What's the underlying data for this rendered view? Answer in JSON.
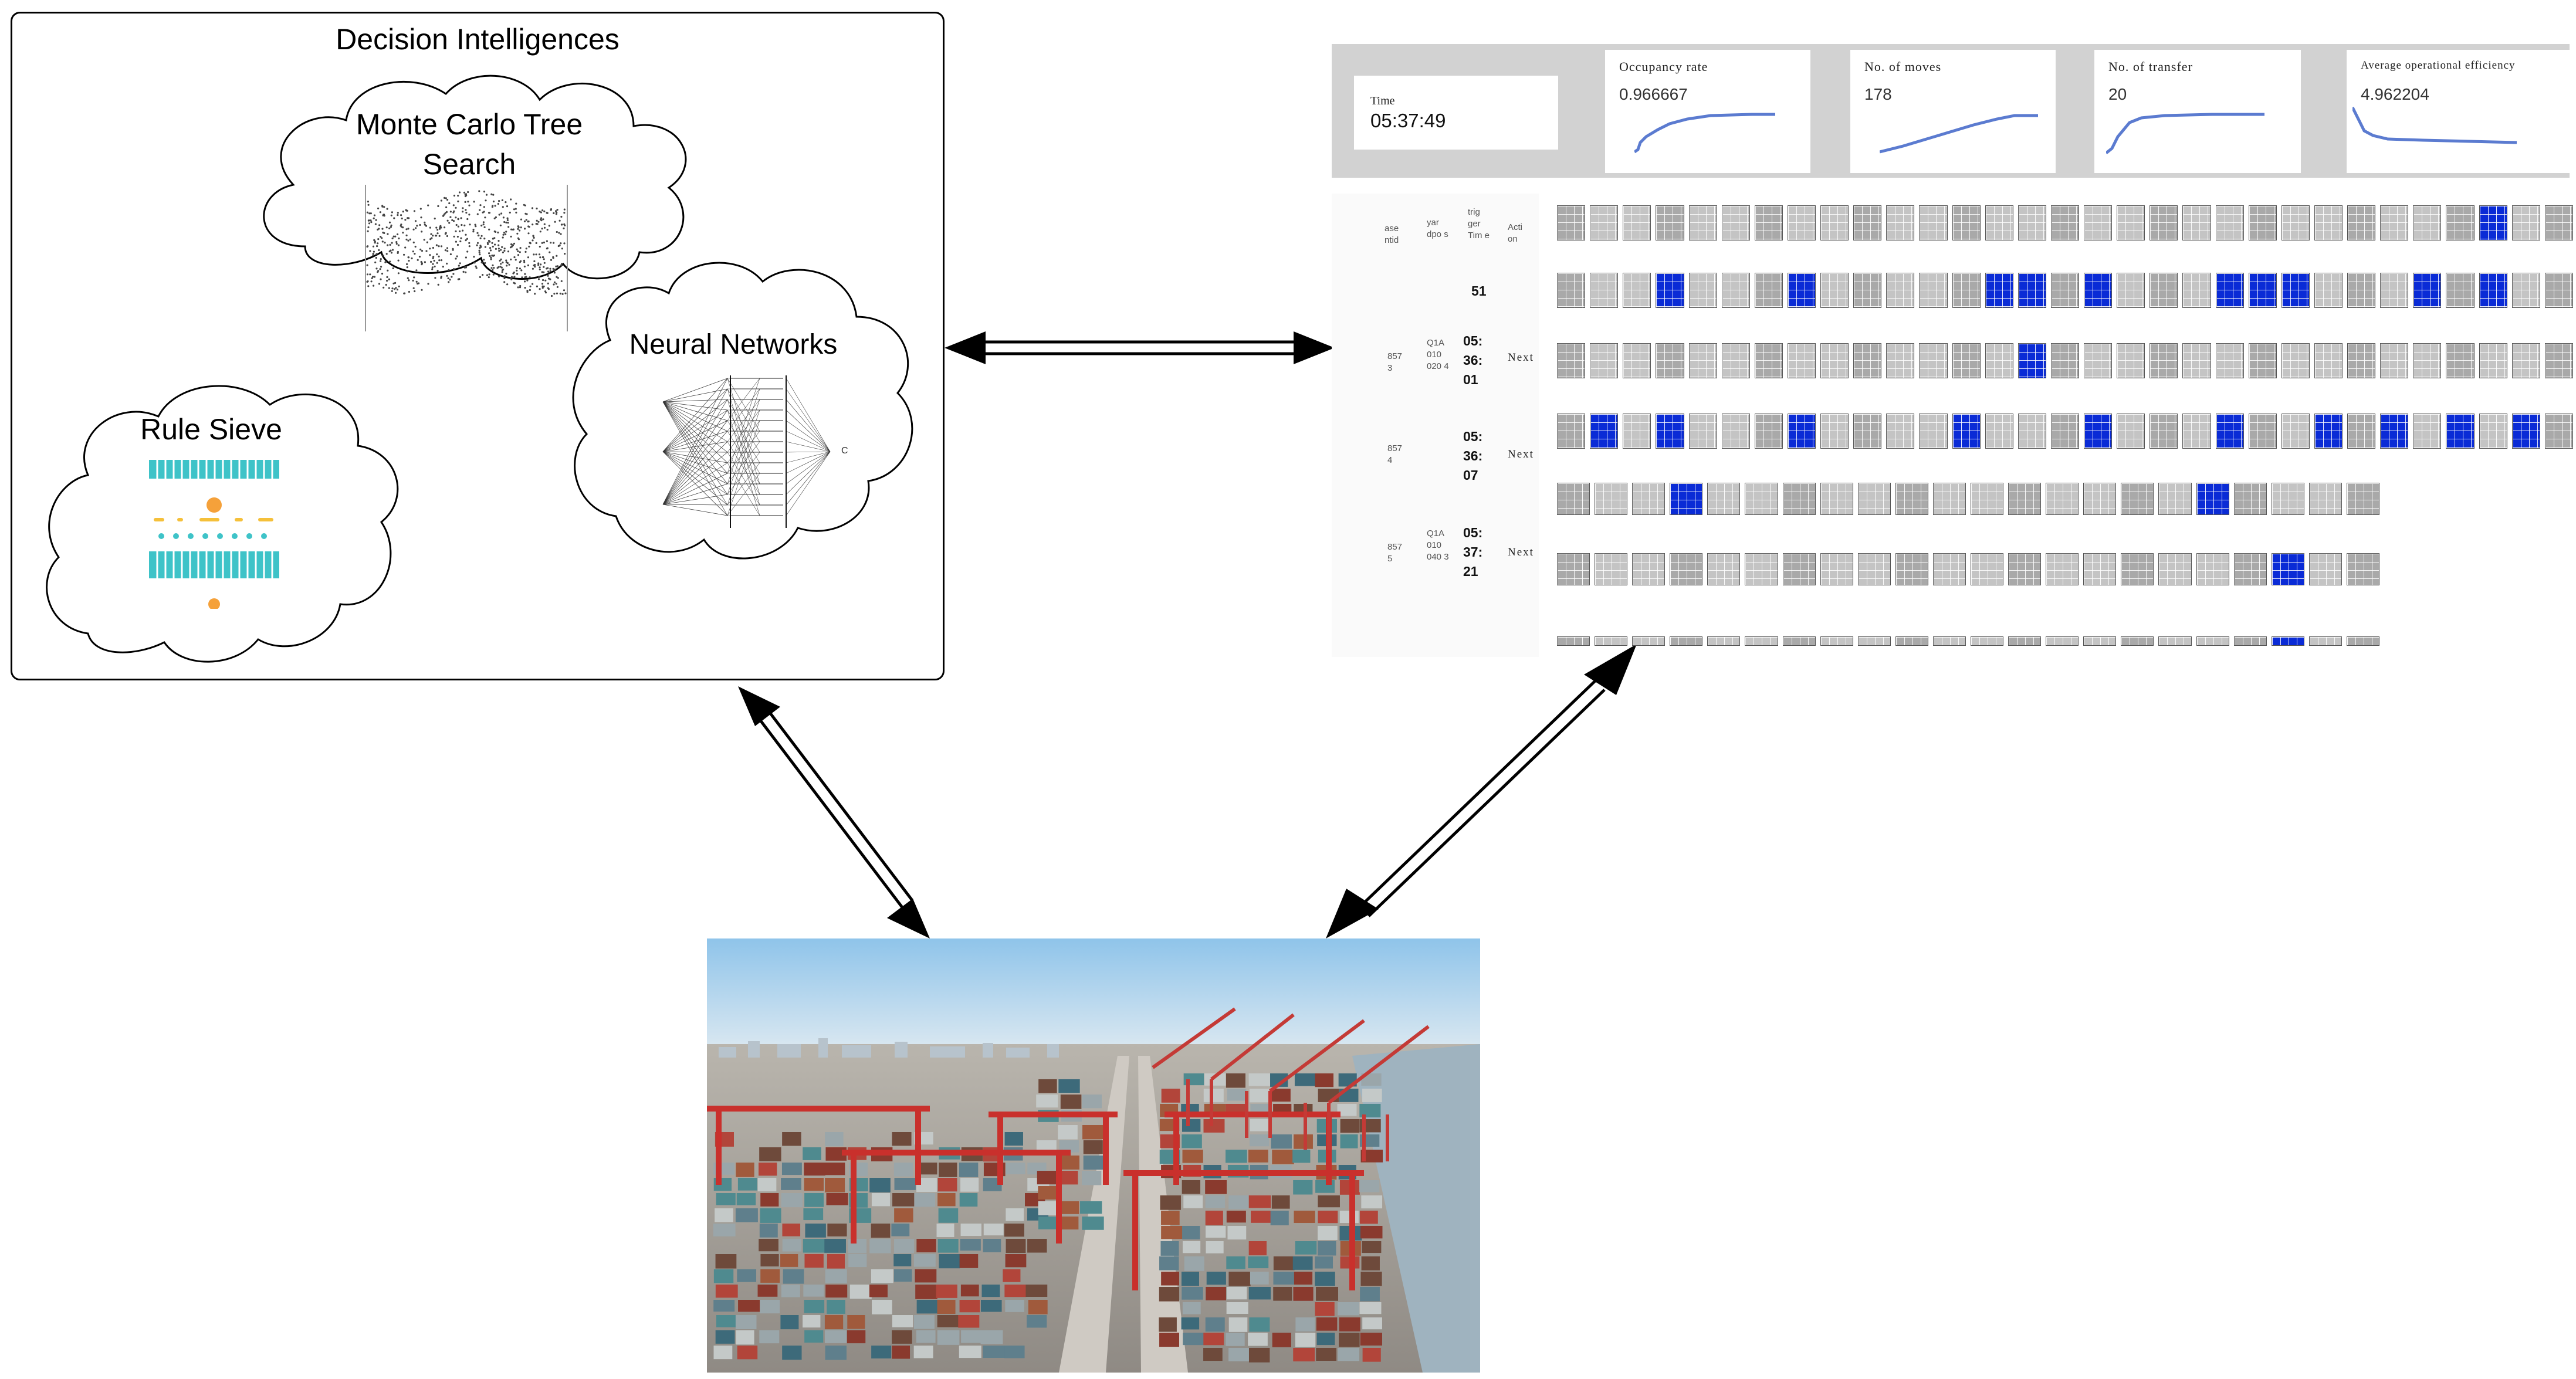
{
  "decision_box": {
    "title": "Decision Intelligences",
    "mcts_label": "Monte Carlo Tree Search",
    "nn_label": "Neural Networks",
    "nn_output_label": "C",
    "rule_label": "Rule Sieve"
  },
  "dashboard": {
    "time_label": "Time",
    "time_value": "05:37:49",
    "stats": [
      {
        "label": "Occupancy rate",
        "value": "0.966667"
      },
      {
        "label": "No. of moves",
        "value": "178"
      },
      {
        "label": "No. of transfer",
        "value": "20"
      },
      {
        "label": "Average operational efficiency",
        "value": "4.962204"
      }
    ],
    "table": {
      "headers": [
        "ase ntid",
        "yar dpo s",
        "trig ger Tim e",
        "Acti on"
      ],
      "rows": [
        {
          "id": "",
          "yard": "",
          "trigger": "51",
          "action": ""
        },
        {
          "id": "857 3",
          "yard": "Q1A 010 020 4",
          "trigger": "05: 36: 01",
          "action": "Next"
        },
        {
          "id": "857 4",
          "yard": "",
          "trigger": "05: 36: 07",
          "action": "Next"
        },
        {
          "id": "857 5",
          "yard": "Q1A 010 040 3",
          "trigger": "05: 37: 21",
          "action": "Next"
        }
      ]
    }
  },
  "colors": {
    "highlight_block": "#0a2bd6",
    "sparkline": "#5b7bd0",
    "stat_strip": "#d2d2d2"
  }
}
